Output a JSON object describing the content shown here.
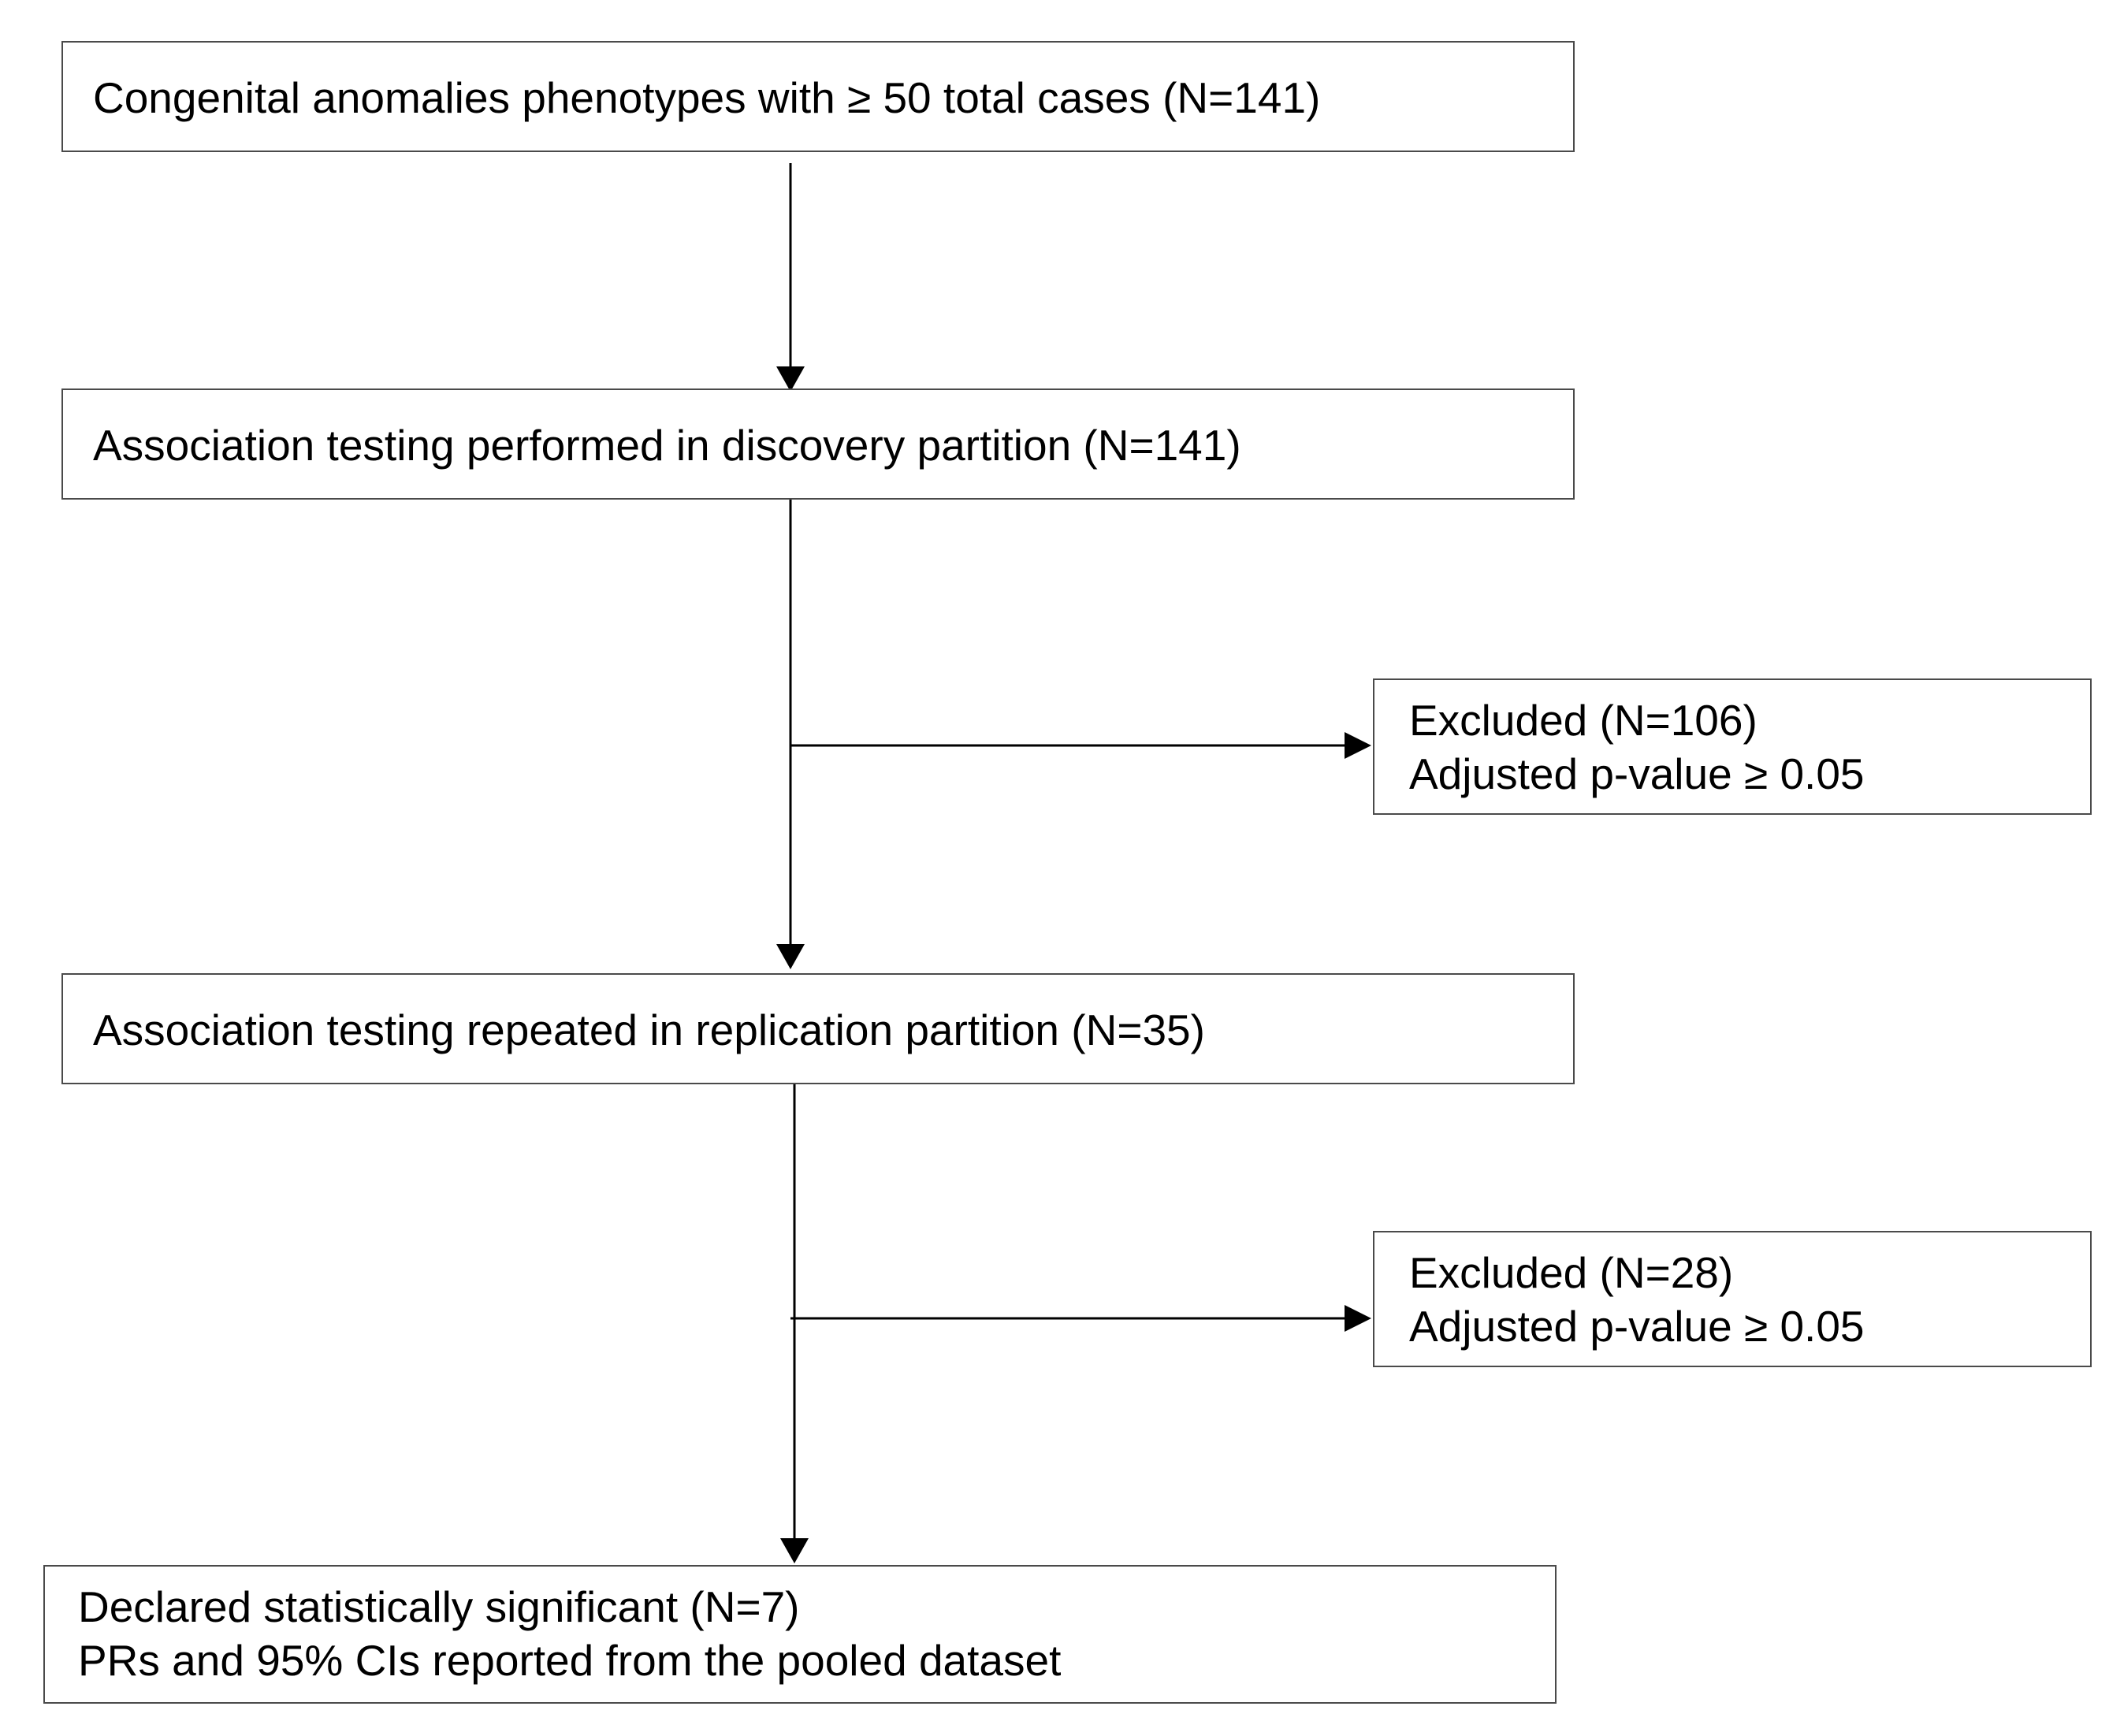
{
  "flowchart": {
    "step1": {
      "text": "Congenital anomalies phenotypes with ≥ 50 total cases (N=141)"
    },
    "step2": {
      "text": "Association testing performed in discovery partition (N=141)"
    },
    "exclusion1": {
      "line1": "Excluded (N=106)",
      "line2": "Adjusted p-value ≥ 0.05"
    },
    "step3": {
      "text": "Association testing repeated in replication partition (N=35)"
    },
    "exclusion2": {
      "line1": "Excluded (N=28)",
      "line2": "Adjusted p-value ≥ 0.05"
    },
    "step4": {
      "line1": "Declared statistically significant (N=7)",
      "line2": "PRs and 95% CIs reported from the pooled dataset"
    }
  },
  "colors": {
    "line": "#000000",
    "border": "#4a4a4a",
    "background": "#ffffff"
  }
}
